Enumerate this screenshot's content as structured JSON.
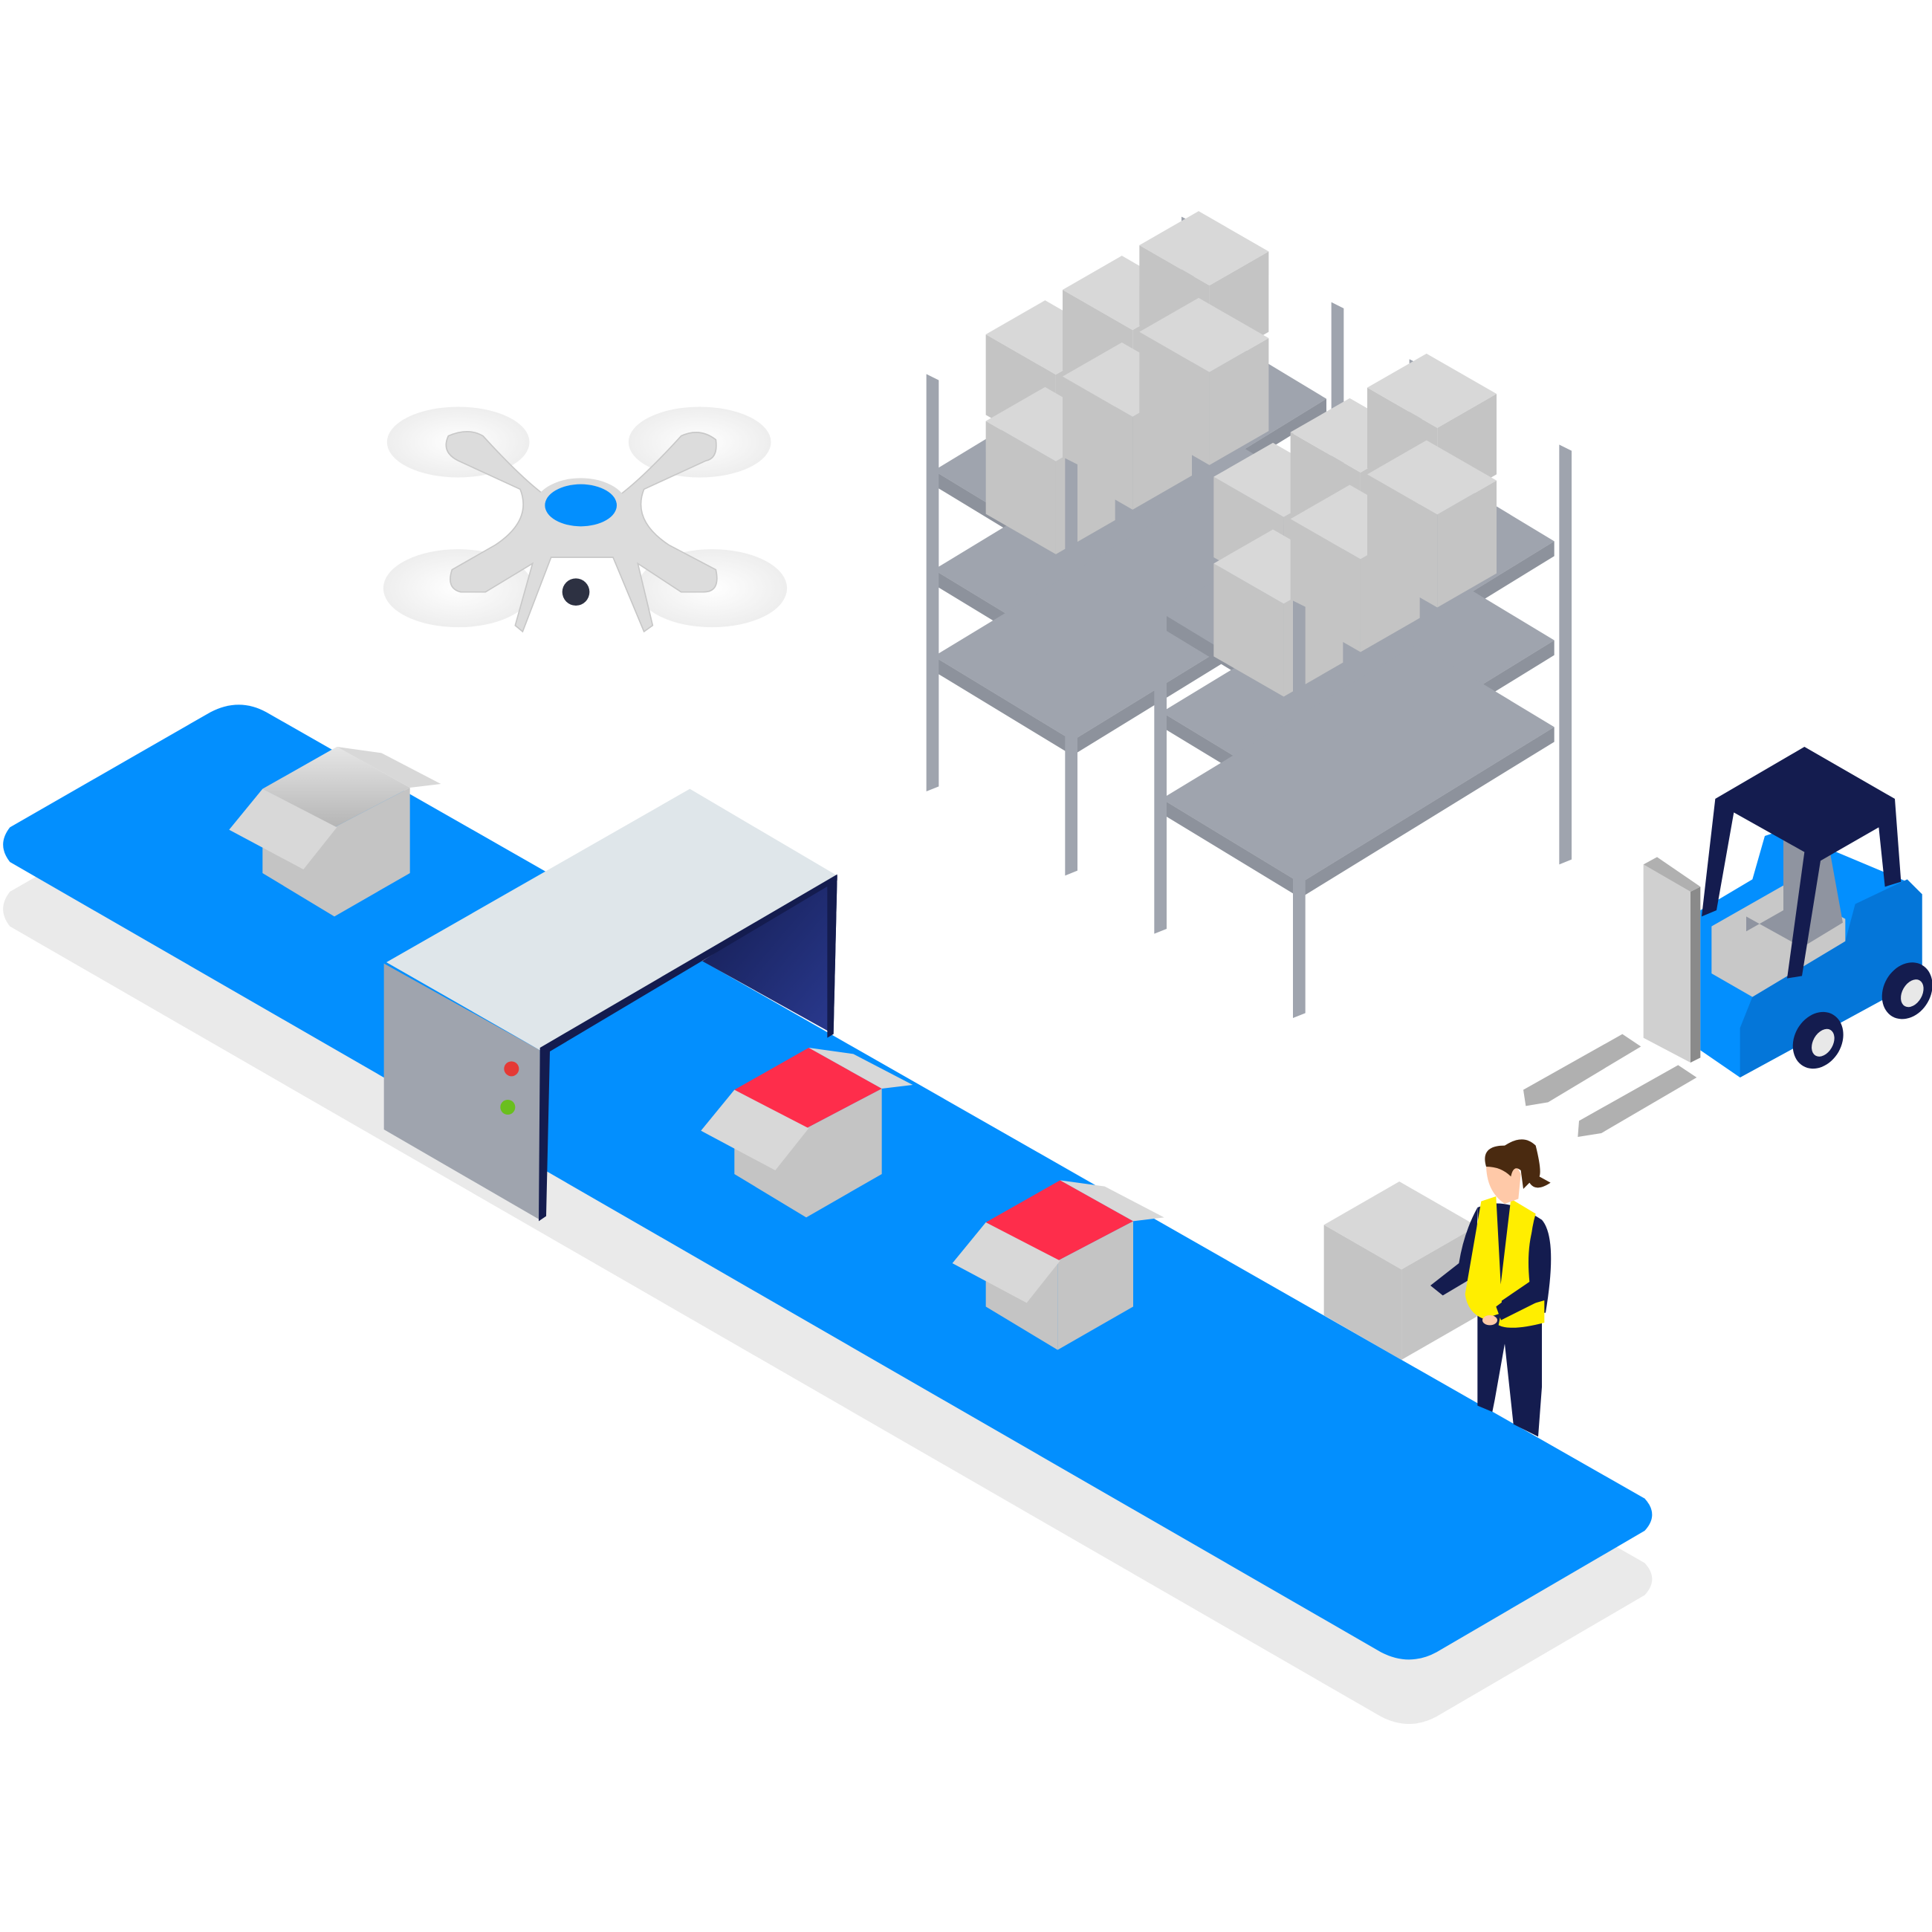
{
  "illustration": {
    "colors": {
      "background": "#ffffff",
      "belt": "#038ffe",
      "belt_shadow": "#eaeaea",
      "scanner_body": "#9fa4ae",
      "scanner_top": "#dfe6ea",
      "navy": "#141c4f",
      "box_side": "#c4c4c4",
      "box_top": "#d8d8d8",
      "box_interior_red": "#fe2d4b",
      "shelf": "#9fa4ae",
      "vest": "#ffee00",
      "forklift_blue": "#0476d9",
      "forklift_light_blue": "#038ffe",
      "drone_body": "#dcdcdc",
      "drone_accent": "#038ffe",
      "indicator_red": "#e53935",
      "indicator_green": "#6abf1e",
      "hair": "#4a2a10",
      "skin": "#ffc9a8"
    },
    "icons": [
      "conveyor-belt",
      "scanner-tunnel",
      "cardboard-box",
      "drone",
      "warehouse-rack",
      "forklift",
      "warehouse-worker"
    ]
  }
}
